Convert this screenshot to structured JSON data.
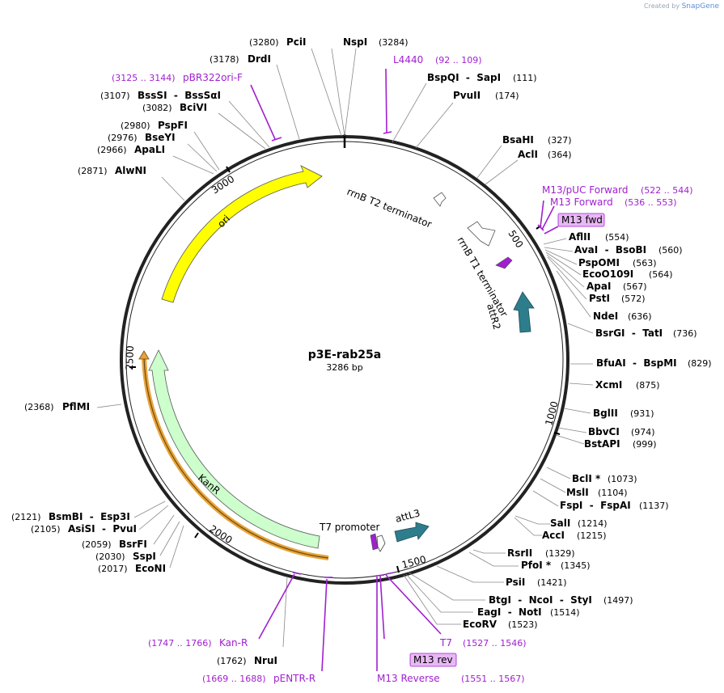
{
  "watermark": {
    "prefix": "Created by",
    "brand": "SnapGene"
  },
  "plasmid": {
    "name": "p3E-rab25a",
    "length_label": "3286 bp"
  },
  "ticks": [
    "500",
    "1000",
    "1500",
    "2000",
    "2500",
    "3000"
  ],
  "features": {
    "ori": "ori",
    "kanr": "KanR",
    "t7_promoter": "T7 promoter",
    "attl3": "attL3",
    "attr2": "attR2",
    "rrnb_t1": "rrnB T1 terminator",
    "rrnb_t2": "rrnB T2 terminator"
  },
  "enzymes_right": [
    {
      "name": "NspI",
      "pos": "(3284)"
    },
    {
      "name": "BspQI  -  SapI",
      "pos": "(111)"
    },
    {
      "name": "PvuII",
      "pos": "(174)"
    },
    {
      "name": "BsaHI",
      "pos": "(327)"
    },
    {
      "name": "AclI",
      "pos": "(364)"
    },
    {
      "name": "AflII",
      "pos": "(554)"
    },
    {
      "name": "AvaI  -  BsoBI",
      "pos": "(560)"
    },
    {
      "name": "PspOMI",
      "pos": "(563)"
    },
    {
      "name": "EcoO109I",
      "pos": "(564)"
    },
    {
      "name": "ApaI",
      "pos": "(567)"
    },
    {
      "name": "PstI",
      "pos": "(572)"
    },
    {
      "name": "NdeI",
      "pos": "(636)"
    },
    {
      "name": "BsrGI  -  TatI",
      "pos": "(736)"
    },
    {
      "name": "BfuAI  -  BspMI",
      "pos": "(829)"
    },
    {
      "name": "XcmI",
      "pos": "(875)"
    },
    {
      "name": "BglII",
      "pos": "(931)"
    },
    {
      "name": "BbvCI",
      "pos": "(974)"
    },
    {
      "name": "BstAPI",
      "pos": "(999)"
    },
    {
      "name": "BclI *",
      "pos": "(1073)"
    },
    {
      "name": "MslI",
      "pos": "(1104)"
    },
    {
      "name": "FspI  -  FspAI",
      "pos": "(1137)"
    },
    {
      "name": "SalI",
      "pos": "(1214)"
    },
    {
      "name": "AccI",
      "pos": "(1215)"
    },
    {
      "name": "RsrII",
      "pos": "(1329)"
    },
    {
      "name": "PfoI *",
      "pos": "(1345)"
    },
    {
      "name": "PsiI",
      "pos": "(1421)"
    },
    {
      "name": "BtgI  -  NcoI  -  StyI",
      "pos": "(1497)"
    },
    {
      "name": "EagI  -  NotI",
      "pos": "(1514)"
    },
    {
      "name": "EcoRV",
      "pos": "(1523)"
    }
  ],
  "enzymes_left": [
    {
      "name": "PciI",
      "pos": "(3280)"
    },
    {
      "name": "DrdI",
      "pos": "(3178)"
    },
    {
      "name": "BssSI  -  BssSαI",
      "pos": "(3107)"
    },
    {
      "name": "BciVI",
      "pos": "(3082)"
    },
    {
      "name": "PspFI",
      "pos": "(2980)"
    },
    {
      "name": "BseYI",
      "pos": "(2976)"
    },
    {
      "name": "ApaLI",
      "pos": "(2966)"
    },
    {
      "name": "AlwNI",
      "pos": "(2871)"
    },
    {
      "name": "PflMI",
      "pos": "(2368)"
    },
    {
      "name": "BsmBI  -  Esp3I",
      "pos": "(2121)"
    },
    {
      "name": "AsiSI  -  PvuI",
      "pos": "(2105)"
    },
    {
      "name": "BsrFI",
      "pos": "(2059)"
    },
    {
      "name": "SspI",
      "pos": "(2030)"
    },
    {
      "name": "EcoNI",
      "pos": "(2017)"
    },
    {
      "name": "NruI",
      "pos": "(1762)"
    }
  ],
  "primers": {
    "l4440": {
      "name": "L4440",
      "range": "(92 .. 109)"
    },
    "pbr322": {
      "name": "pBR322ori-F",
      "range": "(3125 .. 3144)"
    },
    "m13puc": {
      "name": "M13/pUC Forward",
      "range": "(522 .. 544)"
    },
    "m13fwd": {
      "name": "M13 Forward",
      "range": "(536 .. 553)"
    },
    "m13fwd_box": "M13 fwd",
    "kanr_primer": {
      "name": "Kan-R",
      "range": "(1747 .. 1766)"
    },
    "pentr": {
      "name": "pENTR-R",
      "range": "(1669 .. 1688)"
    },
    "t7": {
      "name": "T7",
      "range": "(1527 .. 1546)"
    },
    "m13rev_box": "M13 rev",
    "m13rev": {
      "name": "M13 Reverse",
      "range": "(1551 .. 1567)"
    }
  },
  "colors": {
    "ori": "#ffff00",
    "kanr": "#ccffcc",
    "kanr_outline": "#e8a33a",
    "attl3": "#2e7d8c",
    "attr2": "#2e7d8c",
    "primer": "#a020d0",
    "primer_box": "#e8b8f5"
  }
}
